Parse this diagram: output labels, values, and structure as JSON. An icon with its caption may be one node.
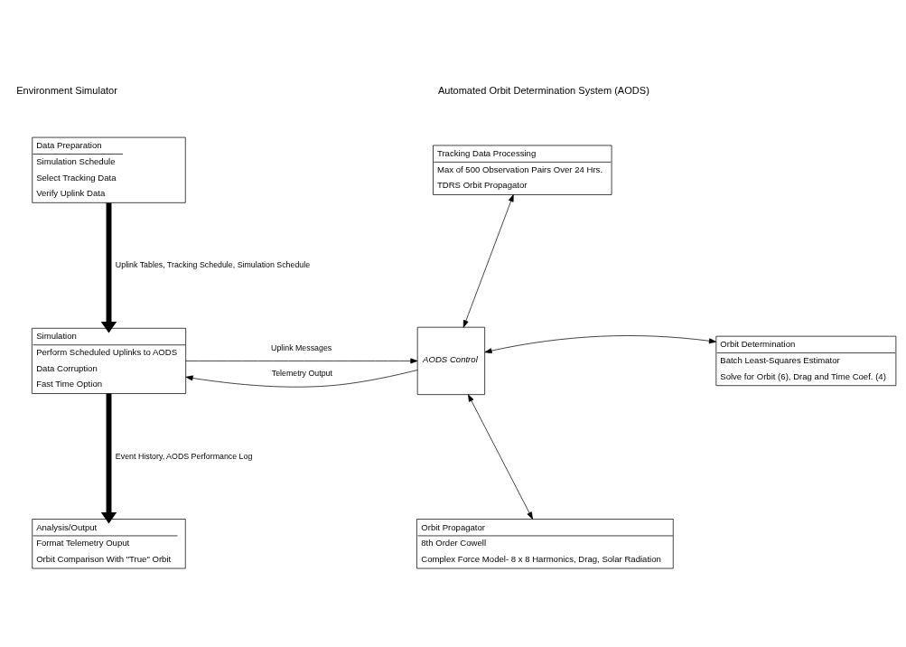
{
  "diagram": {
    "nodes": [
      {
        "text": [
          "Data Preparation",
          "Simulation Schedule",
          "Select Tracking Data",
          "Verify Uplink Data"
        ]
      },
      {
        "text": [
          "Simulation",
          "Perform Scheduled Uplinks to AODS",
          "Data Corruption",
          "Fast Time Option"
        ]
      },
      {
        "text": [
          "Analysis/Output",
          "Format Telemetry Ouput",
          "Orbit Comparison With \"True\" Orbit"
        ]
      },
      {
        "text": [
          "AODS Control"
        ]
      },
      {
        "text": [
          "Tracking Data Processing",
          "Max of 500 Observation Pairs Over 24 Hrs.",
          "TDRS Orbit Propagator"
        ]
      },
      {
        "text": [
          "Orbit Determination",
          "Batch Least-Squares Estimator",
          "Solve for Orbit (6), Drag and Time Coef. (4)"
        ]
      },
      {
        "text": [
          "Orbit Propagator",
          "8th Order Cowell",
          "Complex Force Model- 8 x 8 Harmonics, Drag, Solar Radiation"
        ]
      }
    ],
    "edges": [
      {
        "from": 0,
        "to": 1,
        "arrow": "to",
        "style": "thick",
        "label": "Uplink Tables, Tracking Schedule, Simulation Schedule"
      },
      {
        "from": 1,
        "to": 2,
        "arrow": "to",
        "style": "thick",
        "label": "Event History, AODS Performance Log"
      },
      {
        "from": 1,
        "to": 3,
        "arrow": "to",
        "label": "Uplink Messages"
      },
      {
        "from": 3,
        "to": 1,
        "arrow": "to",
        "label": "Telemetry Output"
      },
      {
        "from": 3,
        "to": 4,
        "arrow": "both"
      },
      {
        "from": 3,
        "to": 5,
        "arrow": "both"
      },
      {
        "from": 3,
        "to": 6,
        "arrow": "both"
      }
    ],
    "labels": [
      "Environment Simulator",
      "Automated Orbit Determination System (AODS)"
    ]
  }
}
